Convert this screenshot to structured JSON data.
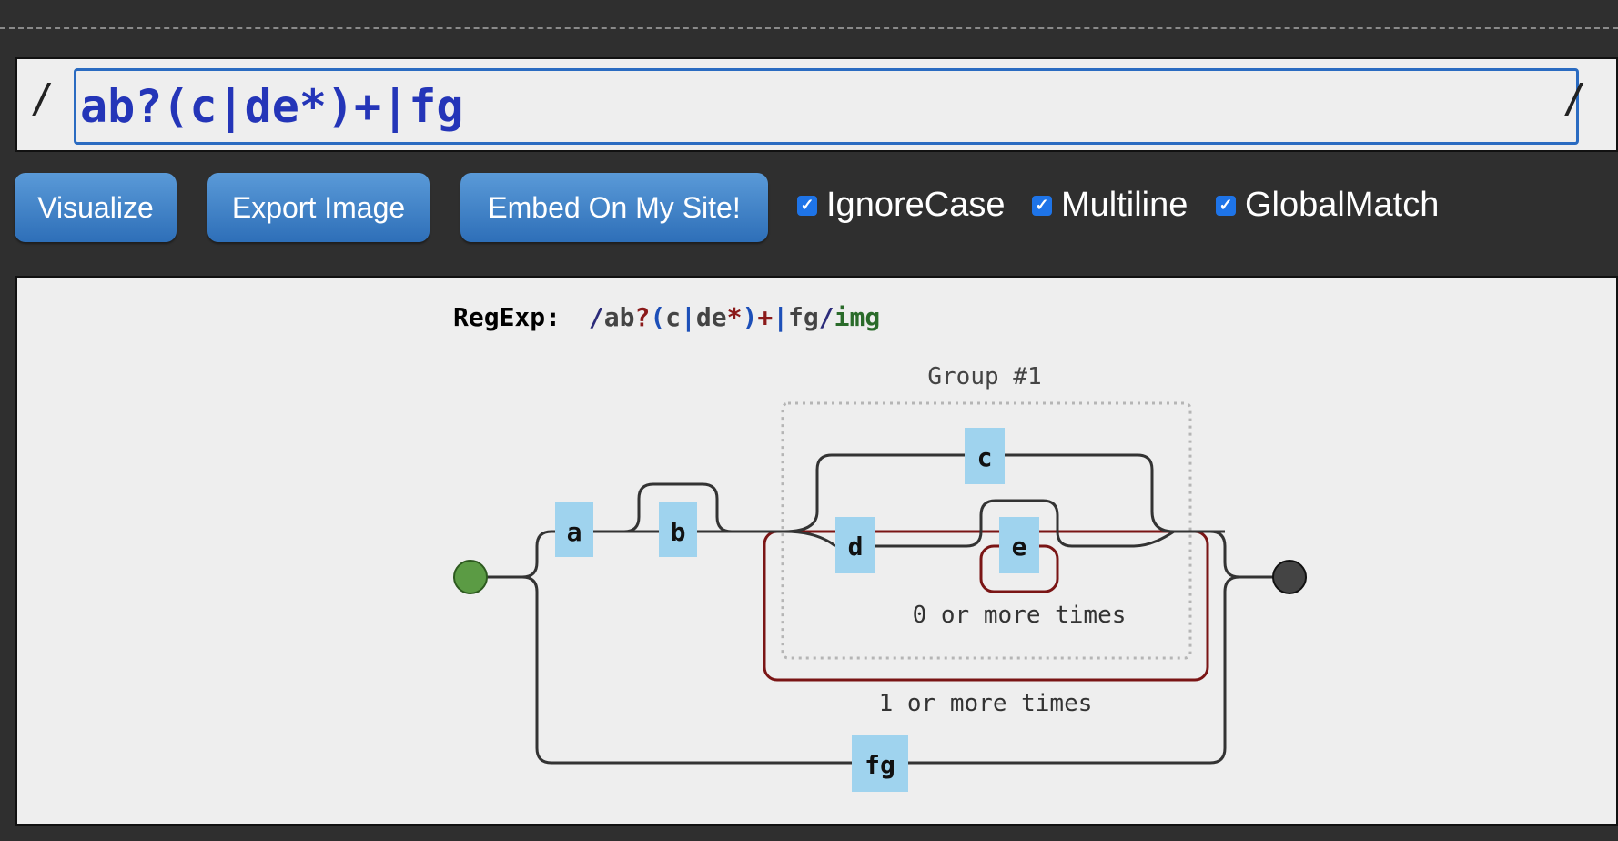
{
  "regex": {
    "open_slash": "/",
    "close_slash": "/",
    "pattern": "ab?(c|de*)+|fg"
  },
  "toolbar": {
    "visualize_label": "Visualize",
    "export_label": "Export Image",
    "embed_label": "Embed On My Site!"
  },
  "options": [
    {
      "label": "IgnoreCase",
      "checked": true
    },
    {
      "label": "Multiline",
      "checked": true
    },
    {
      "label": "GlobalMatch",
      "checked": true
    }
  ],
  "diagram": {
    "header_label": "RegExp:",
    "header_parts": [
      {
        "text": "/",
        "color": "#2c2c7a"
      },
      {
        "text": "ab",
        "color": "#444444"
      },
      {
        "text": "?",
        "color": "#8b1a1a"
      },
      {
        "text": "(",
        "color": "#1c4fb8"
      },
      {
        "text": "c",
        "color": "#444444"
      },
      {
        "text": "|",
        "color": "#1c4fb8"
      },
      {
        "text": "de",
        "color": "#444444"
      },
      {
        "text": "*",
        "color": "#8b1a1a"
      },
      {
        "text": ")",
        "color": "#1c4fb8"
      },
      {
        "text": "+",
        "color": "#8b1a1a"
      },
      {
        "text": "|",
        "color": "#1c4fb8"
      },
      {
        "text": "fg",
        "color": "#444444"
      },
      {
        "text": "/",
        "color": "#2c2c7a"
      },
      {
        "text": "img",
        "color": "#2a6b2a"
      }
    ],
    "group_label": "Group #1",
    "nodes": {
      "a": "a",
      "b": "b",
      "c": "c",
      "d": "d",
      "e": "e",
      "fg": "fg"
    },
    "zero_or_more": "0 or more times",
    "one_or_more": "1 or more times"
  },
  "colors": {
    "accent": "#2e6fb8",
    "node_fill": "#9fd3ee",
    "repeat_stroke": "#7a1515",
    "path_stroke": "#333333",
    "group_stroke": "#aaaaaa",
    "start_node": "#4f8f3a",
    "end_node": "#333333"
  }
}
